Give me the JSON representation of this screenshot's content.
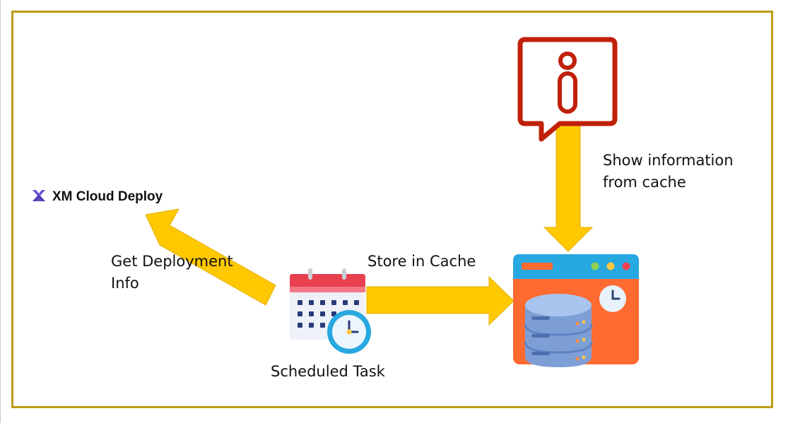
{
  "product": {
    "name": "XM Cloud Deploy",
    "icon": "xm-cloud-logo-icon"
  },
  "nodes": {
    "scheduled_task": {
      "label": "Scheduled Task",
      "icon": "calendar-clock-icon"
    },
    "cache": {
      "icon": "database-cache-icon"
    },
    "info": {
      "icon": "info-speech-bubble-icon"
    }
  },
  "edges": {
    "get_deployment_info": {
      "label_line1": "Get Deployment",
      "label_line2": "Info"
    },
    "store_in_cache": {
      "label": "Store in Cache"
    },
    "show_info": {
      "label_line1": "Show information",
      "label_line2": "from cache"
    }
  },
  "colors": {
    "frame": "#bf9b14",
    "arrow": "#ffc800",
    "info_red": "#c0200a",
    "cache_orange": "#ff6a30",
    "cache_blue": "#27a8e0",
    "calendar_red": "#e8404f",
    "brand_purple": "#6b4fd8"
  }
}
